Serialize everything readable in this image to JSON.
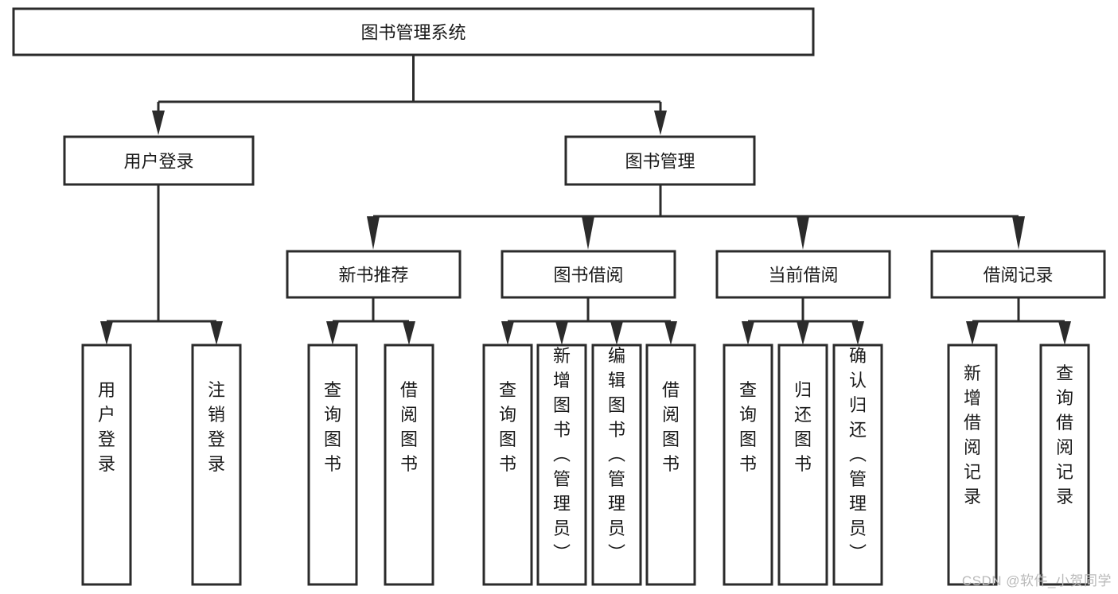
{
  "diagram": {
    "type": "tree-hierarchy-diagram",
    "title": "图书管理系统",
    "orientation": "top-down",
    "watermark": "CSDN @软件_小贺同学",
    "colors": {
      "background": "#ffffff",
      "box_fill": "#ffffff",
      "box_stroke": "#2b2b2b",
      "connector": "#2b2b2b",
      "text": "#1a1a1a",
      "watermark": "#b9b9b9"
    },
    "nodes": {
      "root": {
        "id": "root",
        "label": "图书管理系统",
        "level": 1,
        "orientation": "horizontal"
      },
      "level2": [
        {
          "id": "user-login",
          "label": "用户登录",
          "level": 2,
          "orientation": "horizontal",
          "parent": "root"
        },
        {
          "id": "book-manage",
          "label": "图书管理",
          "level": 2,
          "orientation": "horizontal",
          "parent": "root"
        }
      ],
      "level3": [
        {
          "id": "new-book-recommend",
          "label": "新书推荐",
          "level": 3,
          "orientation": "horizontal",
          "parent": "book-manage"
        },
        {
          "id": "book-borrow",
          "label": "图书借阅",
          "level": 3,
          "orientation": "horizontal",
          "parent": "book-manage"
        },
        {
          "id": "current-borrow",
          "label": "当前借阅",
          "level": 3,
          "orientation": "horizontal",
          "parent": "book-manage"
        },
        {
          "id": "borrow-record",
          "label": "借阅记录",
          "level": 3,
          "orientation": "horizontal",
          "parent": "book-manage"
        }
      ],
      "leaves": [
        {
          "id": "leaf-user-login",
          "label": "用户登录",
          "orientation": "vertical",
          "parent": "user-login"
        },
        {
          "id": "leaf-logout-login",
          "label": "注销登录",
          "orientation": "vertical",
          "parent": "user-login"
        },
        {
          "id": "leaf-query-book-rec",
          "label": "查询图书",
          "orientation": "vertical",
          "parent": "new-book-recommend"
        },
        {
          "id": "leaf-borrow-book-rec",
          "label": "借阅图书",
          "orientation": "vertical",
          "parent": "new-book-recommend"
        },
        {
          "id": "leaf-query-book-borrow",
          "label": "查询图书",
          "orientation": "vertical",
          "parent": "book-borrow"
        },
        {
          "id": "leaf-add-book-admin",
          "label": "新增图书（管理员）",
          "orientation": "vertical",
          "parent": "book-borrow"
        },
        {
          "id": "leaf-edit-book-admin",
          "label": "编辑图书（管理员）",
          "orientation": "vertical",
          "parent": "book-borrow"
        },
        {
          "id": "leaf-borrow-book",
          "label": "借阅图书",
          "orientation": "vertical",
          "parent": "book-borrow"
        },
        {
          "id": "leaf-query-book-current",
          "label": "查询图书",
          "orientation": "vertical",
          "parent": "current-borrow"
        },
        {
          "id": "leaf-return-book",
          "label": "归还图书",
          "orientation": "vertical",
          "parent": "current-borrow"
        },
        {
          "id": "leaf-confirm-return-admin",
          "label": "确认归还（管理员）",
          "orientation": "vertical",
          "parent": "current-borrow"
        },
        {
          "id": "leaf-add-borrow-record",
          "label": "新增借阅记录",
          "orientation": "vertical",
          "parent": "borrow-record"
        },
        {
          "id": "leaf-query-borrow-record",
          "label": "查询借阅记录",
          "orientation": "vertical",
          "parent": "borrow-record"
        }
      ]
    }
  }
}
